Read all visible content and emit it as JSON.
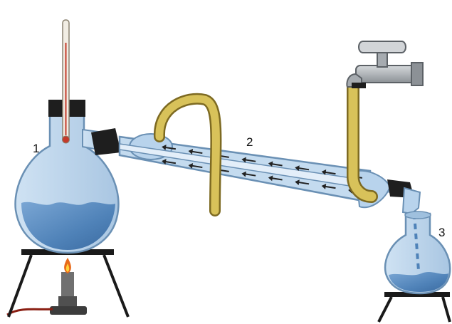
{
  "labels": {
    "flask": "1",
    "condenser": "2",
    "receiver": "3"
  },
  "colors": {
    "background": "#ffffff",
    "liquid": "#4f82b8",
    "glass": "#b8d3ec",
    "glass_outline": "#6a90b4",
    "tubing": "#c9b24a",
    "tubing_outline": "#7d6a22",
    "stand": "#1a1a1a",
    "tap": "#9aa0a6",
    "flame": "#e86a1a"
  },
  "icons": {
    "flow_arrow": "arrow-left-icon",
    "thermometer": "thermometer-icon",
    "burner": "bunsen-burner-icon",
    "tap": "water-tap-icon"
  },
  "arrows": {
    "upper_row_count": 8,
    "lower_row_count": 8
  }
}
